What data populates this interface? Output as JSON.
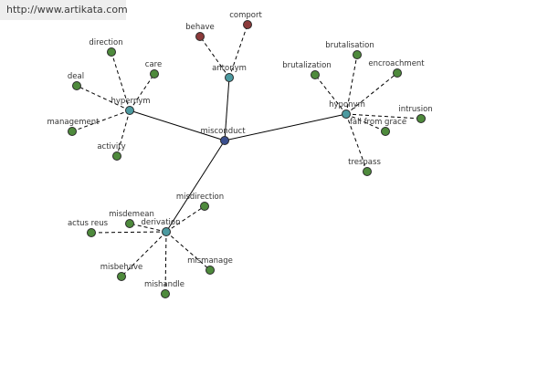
{
  "banner": {
    "url": "http://www.artikata.com"
  },
  "colors": {
    "center": "#3b4f8e",
    "relation": "#4c9aa0",
    "leaf": "#4e8a3c",
    "antonym_leaf": "#8b3a3a"
  },
  "graph": {
    "center": {
      "label": "misconduct"
    },
    "relations": [
      {
        "label": "hypernym",
        "leaves": [
          "direction",
          "care",
          "deal",
          "management",
          "activity"
        ]
      },
      {
        "label": "antonym",
        "leaves": [
          "behave",
          "comport"
        ]
      },
      {
        "label": "hyponym",
        "leaves": [
          "brutalisation",
          "brutalization",
          "encroachment",
          "intrusion",
          "fall from grace",
          "trespass"
        ]
      },
      {
        "label": "derivation",
        "leaves": [
          "misdirection",
          "misdemean",
          "actus reus",
          "misbehave",
          "mishandle",
          "mismanage"
        ]
      }
    ]
  }
}
